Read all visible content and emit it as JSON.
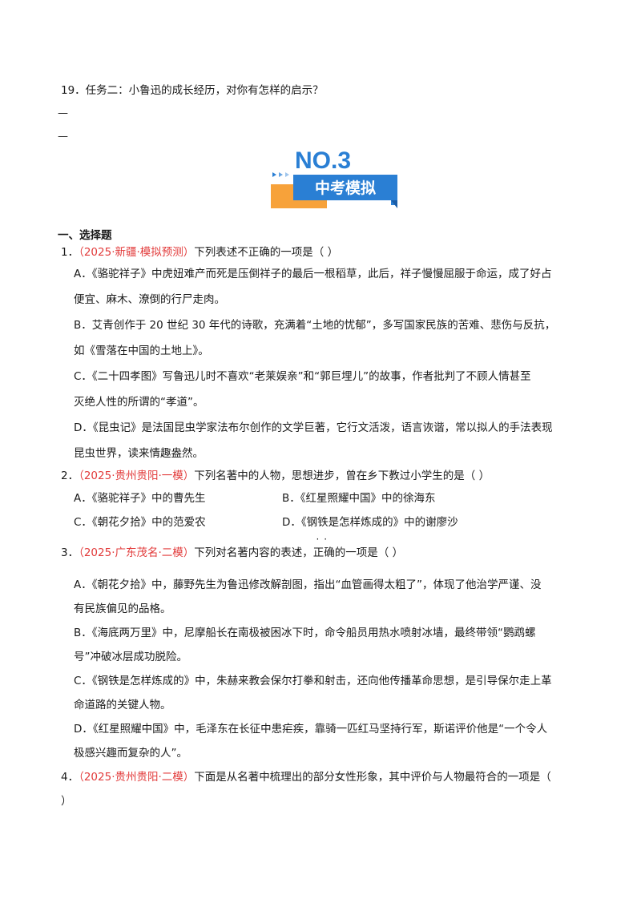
{
  "q19": {
    "text": "19．任务二：小鲁迅的成长经历，对你有怎样的启示？"
  },
  "answer_dash": "—",
  "banner": {
    "no_label": "NO.3",
    "title": "中考模拟",
    "colors": {
      "blue": "#2a7fd4",
      "orange": "#f7a23a"
    }
  },
  "section_title": "一、选择题",
  "q1": {
    "num": "1．",
    "tag": "（2025·新疆·模拟预测）",
    "text": "下列表述不正确的一项是（    ）",
    "options": {
      "a1": "A．《骆驼祥子》中虎妞难产而死是压倒祥子的最后一根稻草，此后，祥子慢慢屈服于命运，成了好占",
      "a2": "便宜、麻木、潦倒的行尸走肉。",
      "b1": "B．艾青创作于 20 世纪 30 年代的诗歌，充满着“土地的忧郁”，多写国家民族的苦难、悲伤与反抗，",
      "b2": "如《雪落在中国的土地上》。",
      "c1": "C．《二十四孝图》写鲁迅儿时不喜欢“老莱娱亲”和“郭巨埋儿”的故事，作者批判了不顾人情甚至",
      "c2": "灭绝人性的所谓的“孝道”。",
      "d1": "D．《昆虫记》是法国昆虫学家法布尔创作的文学巨著，它行文活泼，语言诙谐，常以拟人的手法表现",
      "d2": "昆虫世界，读来情趣盎然。"
    }
  },
  "q2": {
    "num": "2．",
    "tag": "（2025·贵州贵阳·一模）",
    "text": "下列名著中的人物，思想进步，曾在乡下教过小学生的是（    ）",
    "options": {
      "a": "A．《骆驼祥子》中的曹先生",
      "b": "B．《红星照耀中国》中的徐海东",
      "c": "C．《朝花夕拾》中的范爱农",
      "d": "D．《钢铁是怎样炼成的》中的谢廖沙"
    }
  },
  "q3": {
    "num": "3．",
    "tag": "（2025·广东茂名·二模）",
    "text_pre": "下列对名著内容的表述，",
    "text_dot": "正确",
    "text_post": "的一项是（    ）",
    "options": {
      "a1": "A．《朝花夕拾》中，藤野先生为鲁迅修改解剖图，指出“血管画得太粗了”，体现了他治学严谨、没",
      "a2": "有民族偏见的品格。",
      "b1": "B．《海底两万里》中，尼摩船长在南极被困冰下时，命令船员用热水喷射冰墙，最终带领“鹦鹉螺",
      "b2": "号”冲破冰层成功脱险。",
      "c1": "C．《钢铁是怎样炼成的》中，朱赫来教会保尔打拳和射击，还向他传播革命思想，是引导保尔走上革",
      "c2": "命道路的关键人物。",
      "d1": "D．《红星照耀中国》中，毛泽东在长征中患疟疾，靠骑一匹红马坚持行军，斯诺评价他是“一个令人",
      "d2": "极感兴趣而复杂的人”。"
    }
  },
  "q4": {
    "num": "4．",
    "tag": "（2025·贵州贵阳·二模）",
    "text": "下面是从名著中梳理出的部分女性形象，其中评价与人物最符合的一项是（",
    "text_cont": "）"
  }
}
